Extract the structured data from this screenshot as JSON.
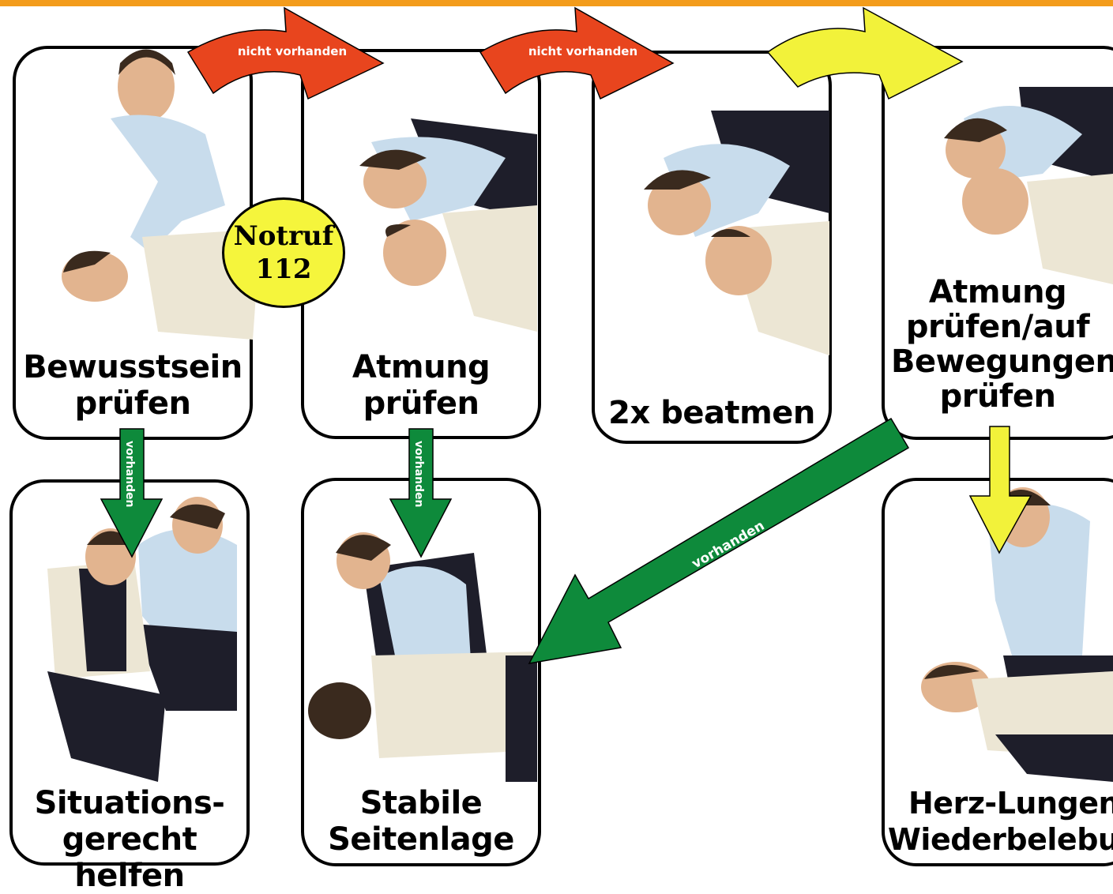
{
  "colors": {
    "top_bar": "#f39c1b",
    "red_arrow": "#e8451e",
    "yellow_arrow": "#f2f23a",
    "green_arrow": "#0e8a3b",
    "notruf_fill": "#f5f53c",
    "person_skin": "#e2b48f",
    "person_hair": "#3a2a1e",
    "shirt_light_blue": "#c8dcec",
    "vest_cream": "#ece6d4",
    "dark_clothing": "#1e1e2a"
  },
  "cards": {
    "bewusstsein": {
      "line1": "Bewusstsein",
      "line2": "prüfen",
      "image": "person-kneeling-checking-consciousness"
    },
    "atmung": {
      "line1": "Atmung",
      "line2": "prüfen",
      "image": "person-checking-breathing"
    },
    "beatmen": {
      "line1": "2x beatmen",
      "image": "person-rescue-breathing"
    },
    "atmung_bewegung": {
      "line1": "Atmung",
      "line2": "prüfen/auf",
      "line3": "Bewegungen",
      "line4": "prüfen",
      "image": "person-checking-breathing-movement"
    },
    "situation": {
      "line1": "Situations-",
      "line2": "gerecht helfen",
      "image": "person-helping-seated-patient"
    },
    "seitenlage": {
      "line1": "Stabile",
      "line2": "Seitenlage",
      "image": "recovery-position"
    },
    "hlw": {
      "line1": "Herz-Lungen-",
      "line2": "Wiederbelebung",
      "image": "chest-compressions"
    }
  },
  "arrows": {
    "red1": "nicht vorhanden",
    "red2": "nicht vorhanden",
    "green_down1": "vorhanden",
    "green_down2": "vorhanden",
    "green_diag": "vorhanden"
  },
  "notruf": {
    "line1": "Notruf",
    "line2": "112"
  }
}
